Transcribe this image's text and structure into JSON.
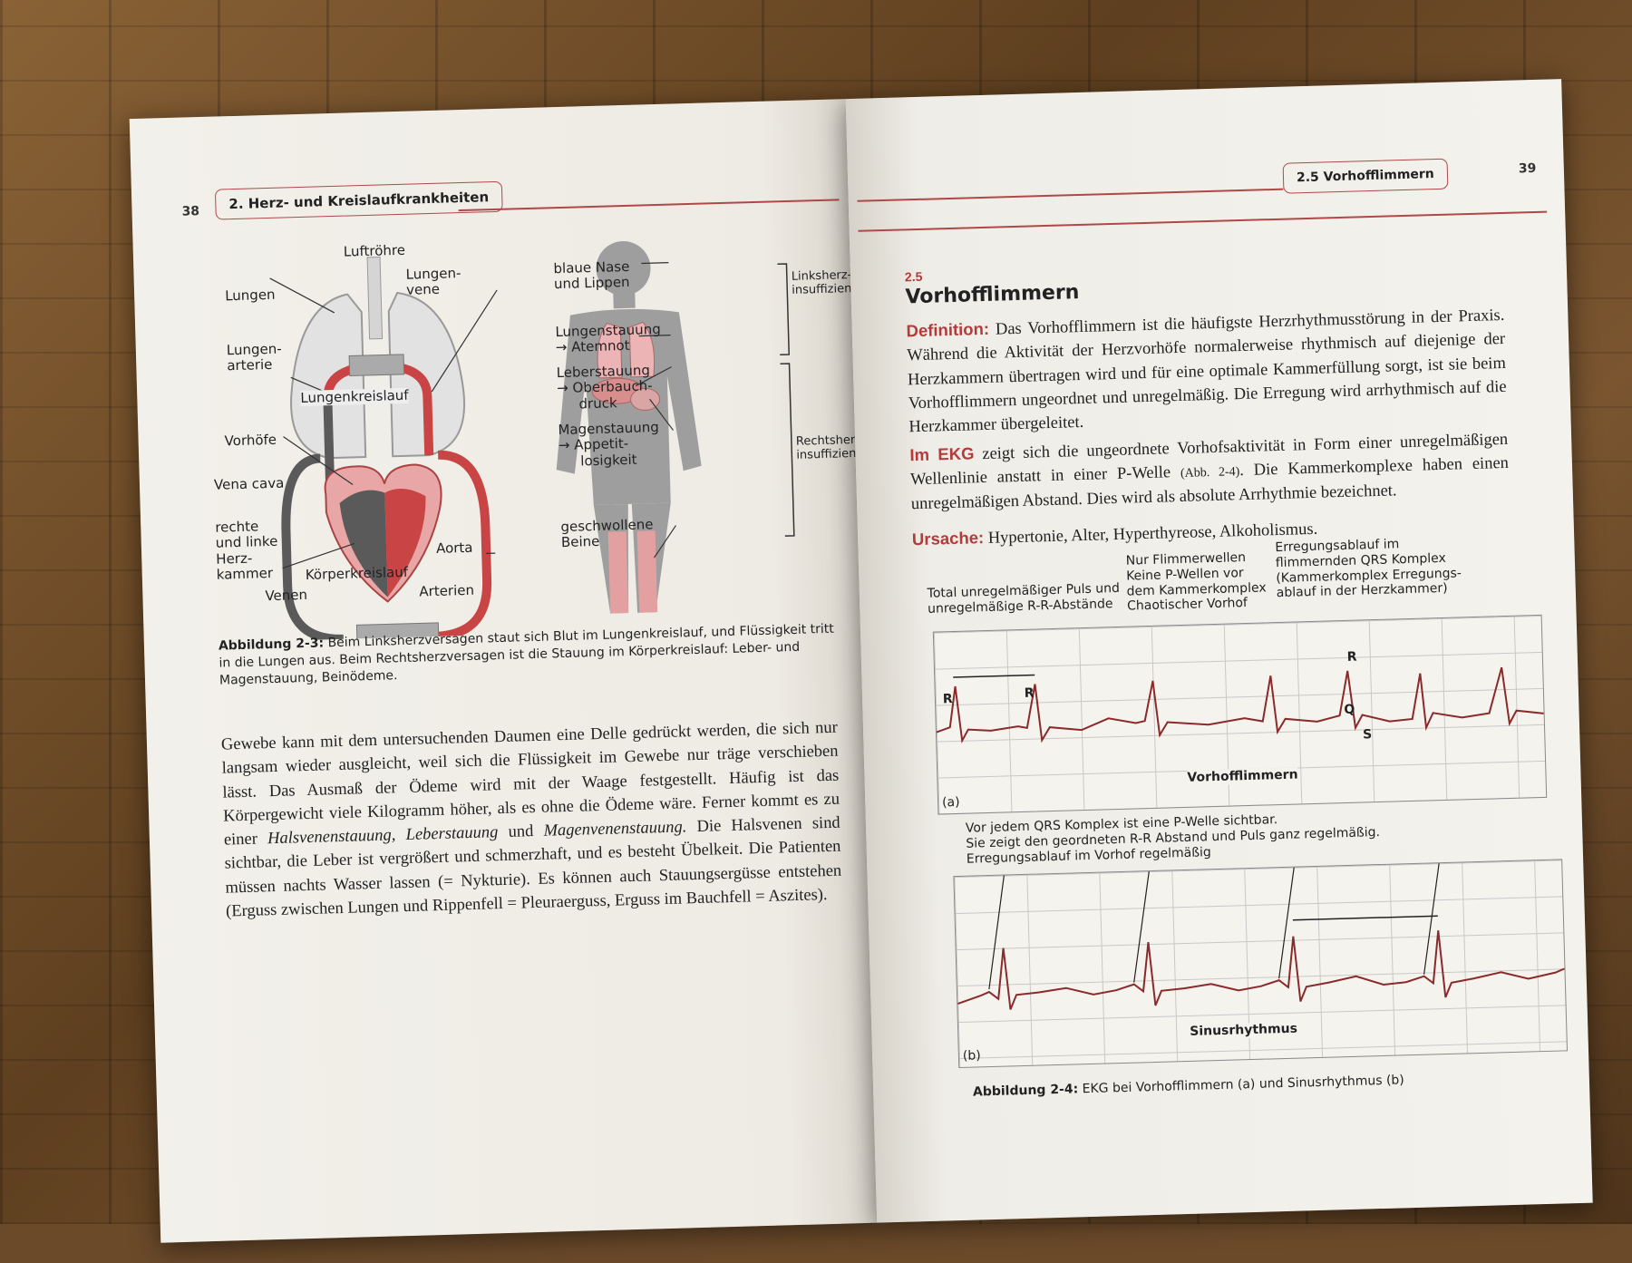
{
  "left": {
    "page_number": "38",
    "chapter_header": "2. Herz- und Kreislaufkrankheiten",
    "figure_labels": {
      "luftroehre": "Luftröhre",
      "lungen": "Lungen",
      "lungenvene": "Lungen-\nvene",
      "lungenarterie": "Lungen-\narterie",
      "lungenkreislauf": "Lungenkreislauf",
      "vorhoefe": "Vorhöfe",
      "vena_cava": "Vena cava",
      "herzkammer": "rechte\nund linke\nHerz-\nkammer",
      "koerperkreislauf": "Körperkreislauf",
      "aorta": "Aorta",
      "venen": "Venen",
      "arterien": "Arterien",
      "blaue_nase": "blaue Nase\nund Lippen",
      "lungenstauung": "Lungenstauung\n→ Atemnot",
      "leberstauung": "Leberstauung\n→ Oberbauch-\n     druck",
      "magenstauung": "Magenstauung\n→ Appetit-\n     losigkeit",
      "beine": "geschwollene\nBeine",
      "links_insuff": "Linksherz-\ninsuffizienz",
      "rechts_insuff": "Rechtsherz-\ninsuffizienz"
    },
    "caption_label": "Abbildung 2-3:",
    "caption_text": " Beim Linksherzversagen staut sich Blut im Lungenkreislauf, und Flüssigkeit tritt in die Lungen aus. Beim Rechtsherzversagen ist die Stauung im Körperkreislauf: Leber- und Magenstauung, Beinödeme.",
    "body": [
      "Gewebe kann mit dem untersuchenden Daumen eine Delle gedrückt werden, die sich nur langsam wieder ausgleicht, weil sich die Flüssigkeit im Gewebe nur träge verschieben lässt. Das Ausmaß der Ödeme wird mit der Waage festgestellt. Häufig ist das Körpergewicht viele Kilogramm höher, als es ohne die Ödeme wäre. Ferner kommt es zu einer ",
      "Halsvenenstauung, Leberstauung",
      " und ",
      "Magenvenenstauung.",
      " Die Halsvenen sind sichtbar, die Leber ist vergrößert und schmerzhaft, und es besteht Übelkeit. Die Patienten müssen nachts Wasser lassen (= Nykturie). Es können auch Stauungsergüsse entstehen (Erguss zwischen Lungen und Rippenfell = Pleuraerguss, Erguss im Bauchfell = Aszites)."
    ]
  },
  "right": {
    "page_number": "39",
    "section_header": "2.5 Vorhofflimmern",
    "section_number": "2.5",
    "section_title": "Vorhofflimmern",
    "definition_label": "Definition:",
    "definition_text": " Das Vorhofflimmern ist die häufigste Herzrhythmusstörung in der Praxis. Während die Aktivität der Herzvorhöfe normalerweise rhythmisch auf diejenige der Herzkammern übertragen wird und für eine optimale Kammerfüllung sorgt, ist sie beim Vorhofflimmern ungeordnet und unregelmäßig. Die Erregung wird arrhythmisch auf die Herzkammer übergeleitet.",
    "ekg_label": "Im EKG",
    "ekg_text": " zeigt sich die ungeordnete Vorhofsaktivität in Form einer unregelmäßigen Wellenlinie anstatt in einer P-Welle ",
    "ekg_ref": "(Abb. 2-4)",
    "ekg_text2": ". Die Kammerkomplexe haben einen unregelmäßigen Abstand. Dies wird als absolute Arrhythmie bezeichnet.",
    "ursache_label": "Ursache:",
    "ursache_text": " Hypertonie, Alter, Hyperthyreose, Alkoholismus.",
    "ekg_a": {
      "note1": "Total unregelmäßiger Puls und\nunregelmäßige R-R-Abstände",
      "note2": "Nur Flimmerwellen\nKeine P-Wellen vor\ndem Kammerkomplex\nChaotischer Vorhof",
      "note3": "Erregungsablauf im\nflimmernden QRS Komplex\n(Kammerkomplex Erregungs-\nablauf in der Herzkammer)",
      "r1": "R",
      "r2": "R",
      "r3": "R",
      "q": "Q",
      "s": "S",
      "title": "Vorhofflimmern",
      "tag": "(a)"
    },
    "ekg_b": {
      "note": "Vor jedem QRS Komplex ist eine P-Welle sichtbar.\nSie zeigt den geordneten R-R Abstand und Puls ganz regelmäßig.\nErregungsablauf im Vorhof regelmäßig",
      "title": "Sinusrhythmus",
      "tag": "(b)"
    },
    "caption_label": "Abbildung 2-4:",
    "caption_text": " EKG bei Vorhofflimmern (a) und Sinusrhythmus (b)"
  },
  "colors": {
    "accent": "#b53a3a",
    "blood_red": "#c94444",
    "venous_grey": "#5a5a5a"
  }
}
